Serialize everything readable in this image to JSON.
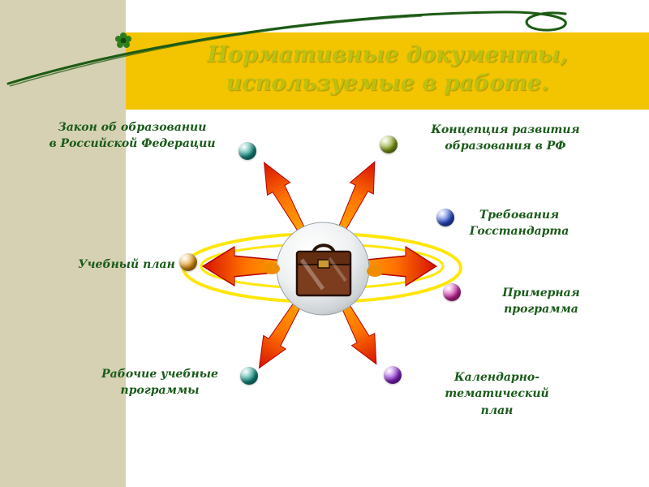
{
  "title": "Нормативные документы, используемые в работе.",
  "theme": {
    "banner_bg": "#F3C400",
    "strip_bg": "#D5D1B2",
    "title_color": "#BCC011",
    "label_color": "#1A5A1A"
  },
  "center": {
    "icon": "briefcase-icon"
  },
  "nodes": [
    {
      "id": "law",
      "label": "Закон об образовании\nв Российской Федерации",
      "color": "#149A8C"
    },
    {
      "id": "concept",
      "label": "Концепция развития\nобразования в РФ",
      "color": "#8AA818"
    },
    {
      "id": "gosstandart",
      "label": "Требования\nГосстандарта",
      "color": "#2A50D4"
    },
    {
      "id": "program",
      "label": "Примерная программа",
      "color": "#D428A8"
    },
    {
      "id": "curriculum",
      "label": "Учебный план",
      "color": "#E89C14"
    },
    {
      "id": "workprograms",
      "label": "Рабочие учебные\nпрограммы",
      "color": "#149A8C"
    },
    {
      "id": "calendar",
      "label": "Календарно-тематический\nплан",
      "color": "#9028D4"
    }
  ]
}
